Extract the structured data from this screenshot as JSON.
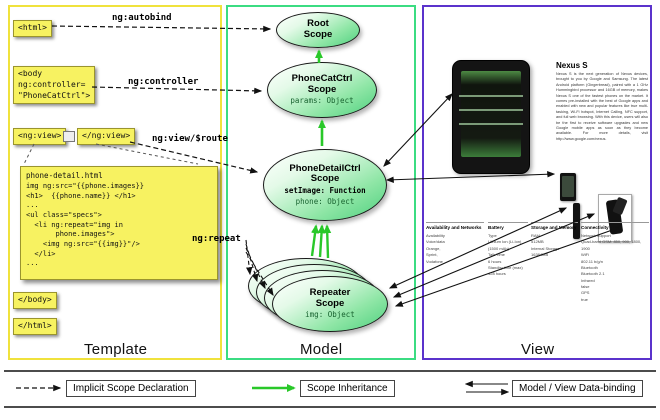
{
  "panels": {
    "template": {
      "label": "Template"
    },
    "model": {
      "label": "Model"
    },
    "view": {
      "label": "View"
    }
  },
  "template": {
    "tag_html_open": "<html>",
    "tag_body_open": "<body\nng:controller=\n\"PhoneCatCtrl\">",
    "tag_ngview_open": "<ng:view>",
    "tag_ngview_close": "</ng:view>",
    "tag_body_close": "</body>",
    "tag_html_close": "</html>",
    "label_autobind": "ng:autobind",
    "label_controller": "ng:controller",
    "label_view_route": "ng:view/$route",
    "label_repeat": "ng:repeat",
    "code_title": "phone-detail.html",
    "code_body": "img ng:src=\"{{phone.images}}\n<h1>  {{phone.name}} </h1>\n...\n<ul class=\"specs\">\n  <li ng:repeat=\"img in\n       phone.images\">\n    <img ng:src=\"{{img}}\"/>\n  </li>\n..."
  },
  "model": {
    "root": {
      "line1": "Root",
      "line2": "Scope"
    },
    "phonecat": {
      "line1": "PhoneCatCtrl",
      "line2": "Scope",
      "prop1": "params: Object"
    },
    "phonedetail": {
      "line1": "PhoneDetailCtrl",
      "line2": "Scope",
      "prop1": "setImage: Function",
      "prop2": "phone: Object"
    },
    "repeater": {
      "line1": "Repeater",
      "line2": "Scope",
      "prop1": "img: Object"
    }
  },
  "view": {
    "title": "Nexus S",
    "description": "Nexus S is the next generation of Nexus devices, brought to you by Google and Samsung. The latest Android platform (Gingerbread), paired with a 1 GHz Hummingbird processor and 16GB of memory, makes Nexus S one of the fastest phones on the market. It comes pre-installed with the best of Google apps and enabled with new and popular features like true multi-tasking, Wi-Fi hotspot, Internet Calling, NFC support, and full web browsing. With this device, users will also be the first to receive software upgrades and new Google mobile apps as soon as they become available. For more details, visit http://www.google.com/nexus.",
    "specs": {
      "col1": {
        "header": "Availability and Networks",
        "body": "Availability\nVoice/data\nOrange,\nSprint,\nVodafone"
      },
      "col2": {
        "header": "Battery",
        "body": "Type\nLithium Ion (Li-Ion) (1500 mAh)\nTalk Time\n6 hours\nStandby time (max)\n428 hours"
      },
      "col3": {
        "header": "Storage and Memory",
        "body": "RAM\n512MB\nInternal Storage\n16384MB"
      },
      "col4": {
        "header": "Connectivity",
        "body": "Network Support\nQuad-band GSM: 850, 900, 1800, 1900\nWiFi\n802.11 b/g/n\nBluetooth\nBluetooth 2.1\nInfrared\nfalse\nGPS\ntrue"
      }
    }
  },
  "legend": {
    "implicit": "Implicit Scope Declaration",
    "inheritance": "Scope Inheritance",
    "databinding": "Model / View Data-binding"
  }
}
